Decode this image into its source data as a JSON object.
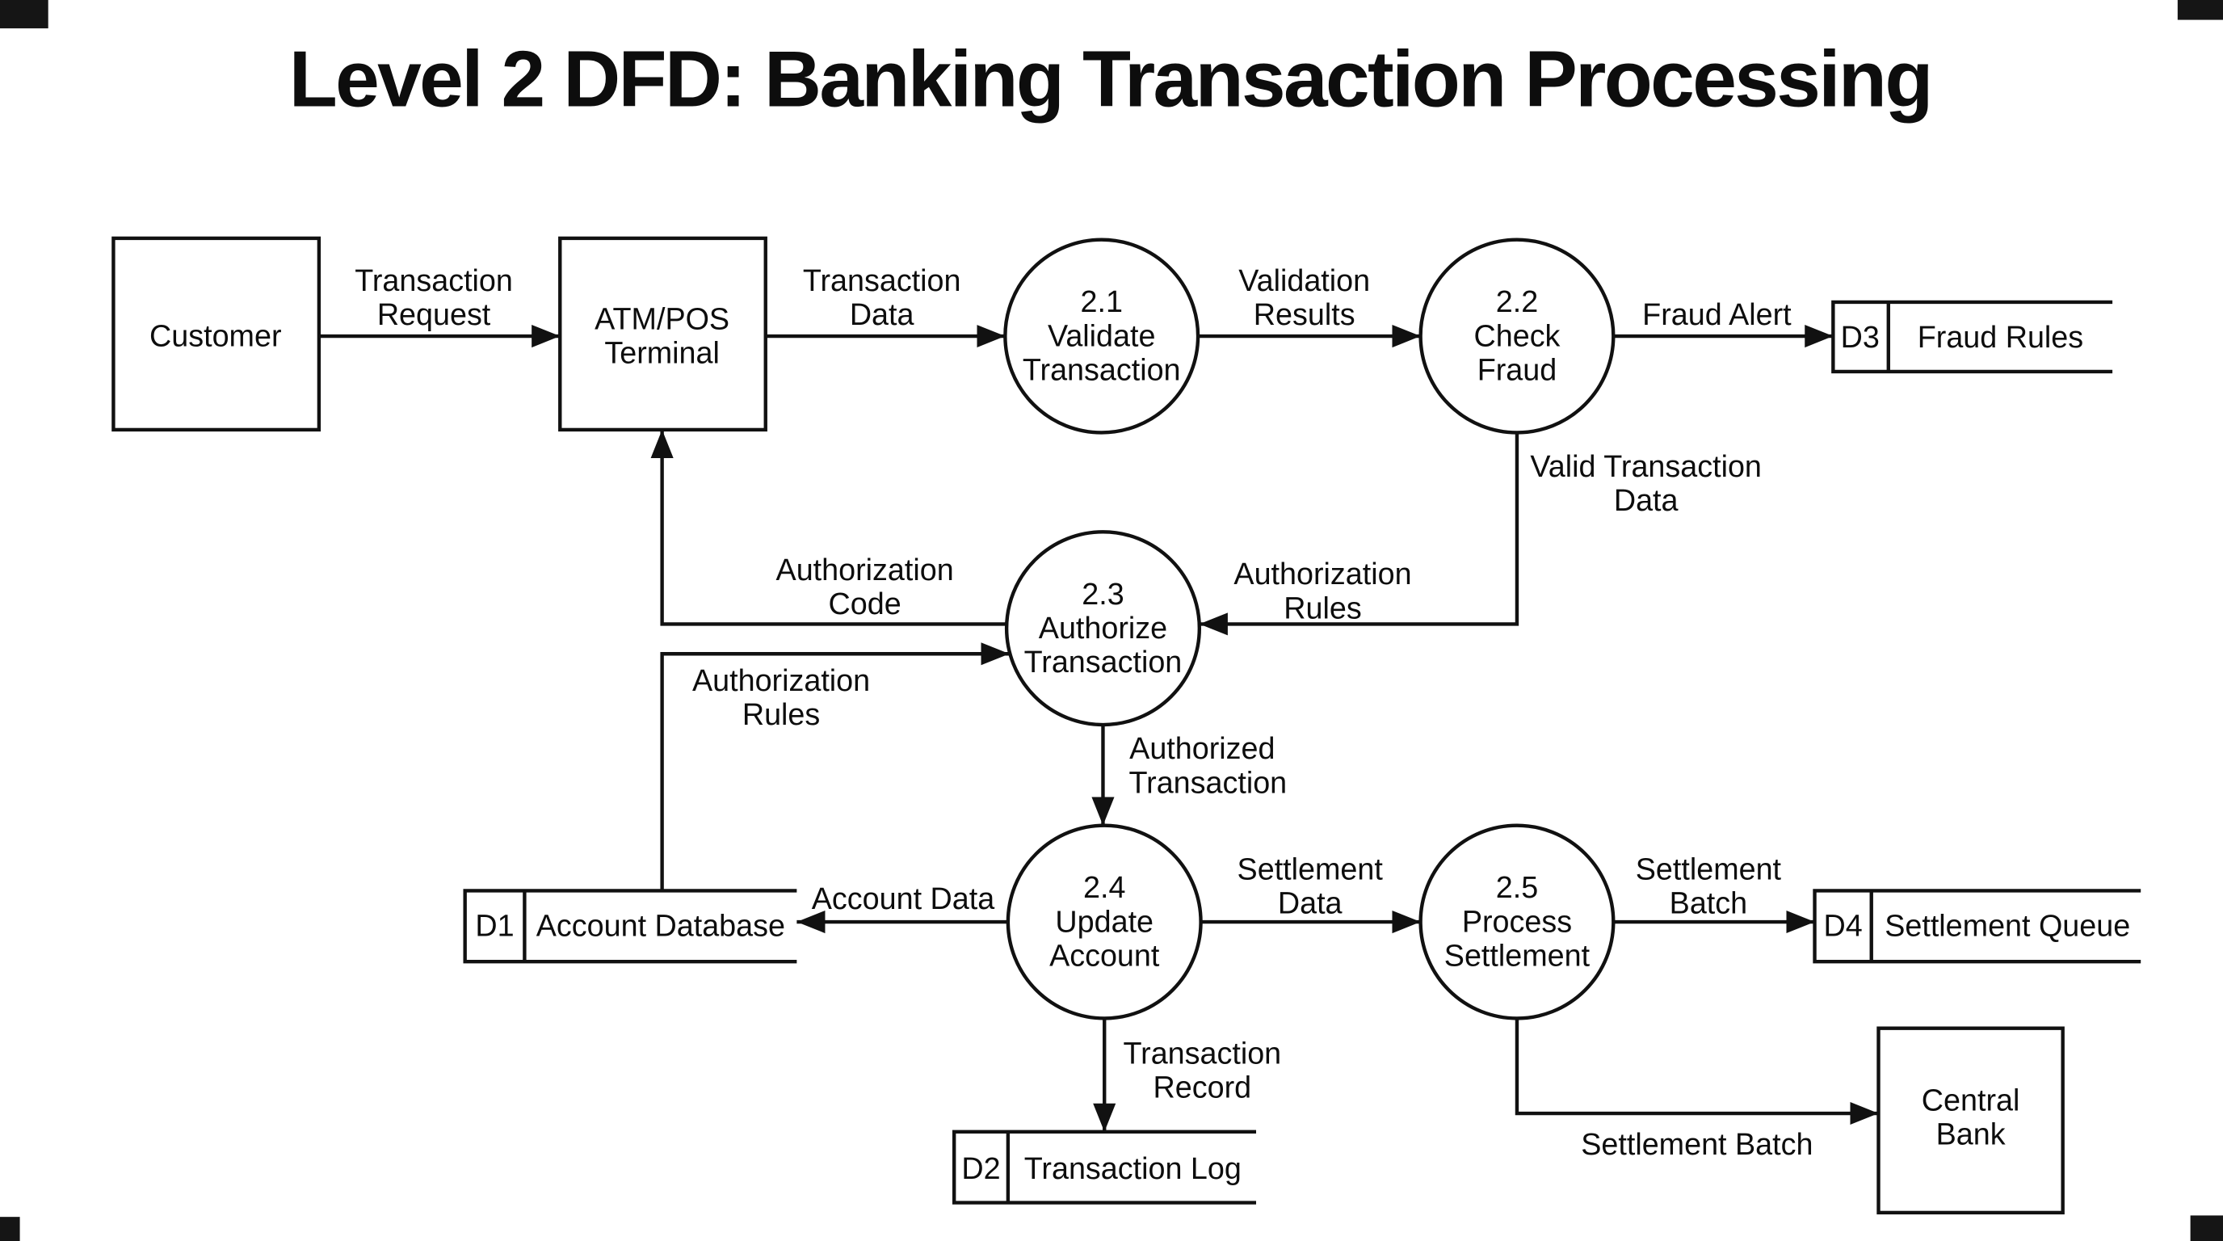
{
  "title": "Level 2 DFD: Banking Transaction Processing",
  "entities": {
    "customer": {
      "label": "Customer"
    },
    "atm_pos": {
      "line1": "ATM/POS",
      "line2": "Terminal"
    },
    "central_bank": {
      "line1": "Central",
      "line2": "Bank"
    }
  },
  "processes": {
    "p21": {
      "num": "2.1",
      "line1": "Validate",
      "line2": "Transaction"
    },
    "p22": {
      "num": "2.2",
      "line1": "Check",
      "line2": "Fraud"
    },
    "p23": {
      "num": "2.3",
      "line1": "Authorize",
      "line2": "Transaction"
    },
    "p24": {
      "num": "2.4",
      "line1": "Update",
      "line2": "Account"
    },
    "p25": {
      "num": "2.5",
      "line1": "Process",
      "line2": "Settlement"
    }
  },
  "datastores": {
    "d1": {
      "id": "D1",
      "name": "Account Database"
    },
    "d2": {
      "id": "D2",
      "name": "Transaction Log"
    },
    "d3": {
      "id": "D3",
      "name": "Fraud Rules"
    },
    "d4": {
      "id": "D4",
      "name": "Settlement Queue"
    }
  },
  "flows": {
    "transaction_request": {
      "line1": "Transaction",
      "line2": "Request"
    },
    "transaction_data": {
      "line1": "Transaction",
      "line2": "Data"
    },
    "validation_results": {
      "line1": "Validation",
      "line2": "Results"
    },
    "fraud_alert": {
      "label": "Fraud Alert"
    },
    "valid_transaction_data": {
      "line1": "Valid Transaction",
      "line2": "Data"
    },
    "authorization_rules_to_p23": {
      "line1": "Authorization",
      "line2": "Rules"
    },
    "authorization_code": {
      "line1": "Authorization",
      "line2": "Code"
    },
    "authorization_rules_from_d1": {
      "line1": "Authorization",
      "line2": "Rules"
    },
    "authorized_transaction": {
      "line1": "Authorized",
      "line2": "Transaction"
    },
    "account_data": {
      "label": "Account Data"
    },
    "settlement_data": {
      "line1": "Settlement",
      "line2": "Data"
    },
    "settlement_batch_to_d4": {
      "line1": "Settlement",
      "line2": "Batch"
    },
    "transaction_record": {
      "line1": "Transaction",
      "line2": "Record"
    },
    "settlement_batch_to_central_bank": {
      "label": "Settlement Batch"
    }
  }
}
